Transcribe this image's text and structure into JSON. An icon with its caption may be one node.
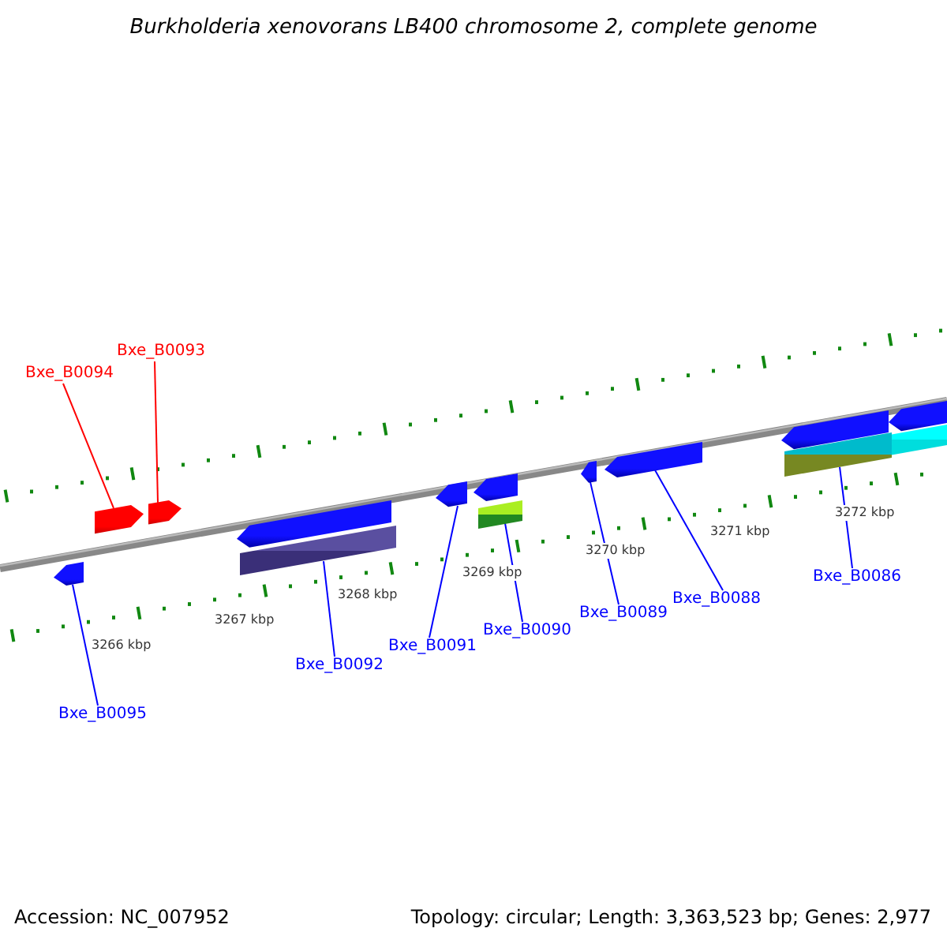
{
  "diagram": {
    "title": "Burkholderia xenovorans LB400 chromosome 2, complete genome",
    "nodes": [
      {
        "text": [
          "Bxe_B0094"
        ]
      },
      {
        "text": [
          "Bxe_B0093"
        ]
      },
      {
        "text": [
          "Bxe_B0095"
        ]
      },
      {
        "text": [
          "Bxe_B0092"
        ]
      },
      {
        "text": [
          "Bxe_B0091"
        ]
      },
      {
        "text": [
          "Bxe_B0090"
        ]
      },
      {
        "text": [
          "Bxe_B0089"
        ]
      },
      {
        "text": [
          "Bxe_B0088"
        ]
      },
      {
        "text": [
          "Bxe_B0086"
        ]
      },
      {
        "text": [],
        "shape": "pentagon"
      },
      {
        "text": [],
        "shape": "pentagon"
      },
      {
        "text": [],
        "shape": "pentagon"
      },
      {
        "text": [],
        "shape": "pentagon"
      },
      {
        "text": [],
        "shape": "bar"
      },
      {
        "text": [],
        "shape": "pentagon"
      },
      {
        "text": [],
        "shape": "pentagon"
      },
      {
        "text": [],
        "shape": "bar"
      },
      {
        "text": [],
        "shape": "pentagon"
      },
      {
        "text": [],
        "shape": "pentagon"
      },
      {
        "text": [],
        "shape": "pentagon"
      },
      {
        "text": [],
        "shape": "bar"
      },
      {
        "text": [],
        "shape": "pentagon"
      },
      {
        "text": [],
        "shape": "bar"
      }
    ],
    "edges": [
      {
        "from": 0,
        "to": 9,
        "arrow": "none",
        "color": "#ff0000"
      },
      {
        "from": 1,
        "to": 10,
        "arrow": "none",
        "color": "#ff0000"
      },
      {
        "from": 2,
        "to": 11,
        "arrow": "none"
      },
      {
        "from": 3,
        "to": 13,
        "arrow": "none"
      },
      {
        "from": 4,
        "to": 14,
        "arrow": "none"
      },
      {
        "from": 5,
        "to": 16,
        "arrow": "none"
      },
      {
        "from": 6,
        "to": 17,
        "arrow": "none"
      },
      {
        "from": 7,
        "to": 18,
        "arrow": "none"
      },
      {
        "from": 8,
        "to": 20,
        "arrow": "none"
      }
    ],
    "labels": [
      "3266 kbp",
      "3267 kbp",
      "3268 kbp",
      "3269 kbp",
      "3270 kbp",
      "3271 kbp",
      "3272 kbp",
      "Accession: NC_007952",
      "Topology: circular; Length: 3,363,523 bp; Genes: 2,977"
    ]
  }
}
